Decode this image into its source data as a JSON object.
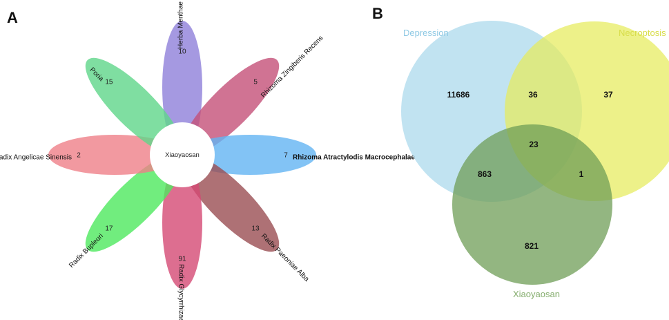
{
  "panel_a": {
    "letter": "A",
    "center_label": "Xiaoyaosan",
    "petals": [
      {
        "name": "Herba Menthae",
        "count": "10",
        "color": "#8f80da",
        "bold": false
      },
      {
        "name": "Rhizoma Zingiberis Recens",
        "count": "5",
        "color": "#c45078",
        "bold": false
      },
      {
        "name": "Rhizoma Atractylodis Macrocephalae",
        "count": "7",
        "color": "#63b4f2",
        "bold": true
      },
      {
        "name": "Radix Paeoniae Alba",
        "count": "13",
        "color": "#9a4e52",
        "bold": false
      },
      {
        "name": "Radix Glycyrrhizae",
        "count": "91",
        "color": "#d44a74",
        "bold": false
      },
      {
        "name": "Radix Bupleuri",
        "count": "17",
        "color": "#4ee85e",
        "bold": false
      },
      {
        "name": "Radix Angelicae Sinensis",
        "count": "2",
        "color": "#ef7f88",
        "bold": false
      },
      {
        "name": "Poria",
        "count": "15",
        "color": "#5fd68a",
        "bold": false
      }
    ]
  },
  "panel_b": {
    "letter": "B",
    "sets": [
      {
        "name": "Depression",
        "color": "#a9d8eb",
        "label_color": "#8fc9e4"
      },
      {
        "name": "Necroptosis",
        "color": "#e6ec5c",
        "label_color": "#d8dd4a"
      },
      {
        "name": "Xiaoyaosan",
        "color": "#6f9e57",
        "label_color": "#85ad6e"
      }
    ],
    "regions": {
      "depression_only": "11686",
      "necroptosis_only": "37",
      "xiaoyaosan_only": "821",
      "depression_necroptosis": "36",
      "depression_xiaoyaosan": "863",
      "necroptosis_xiaoyaosan": "1",
      "all_three": "23"
    }
  }
}
